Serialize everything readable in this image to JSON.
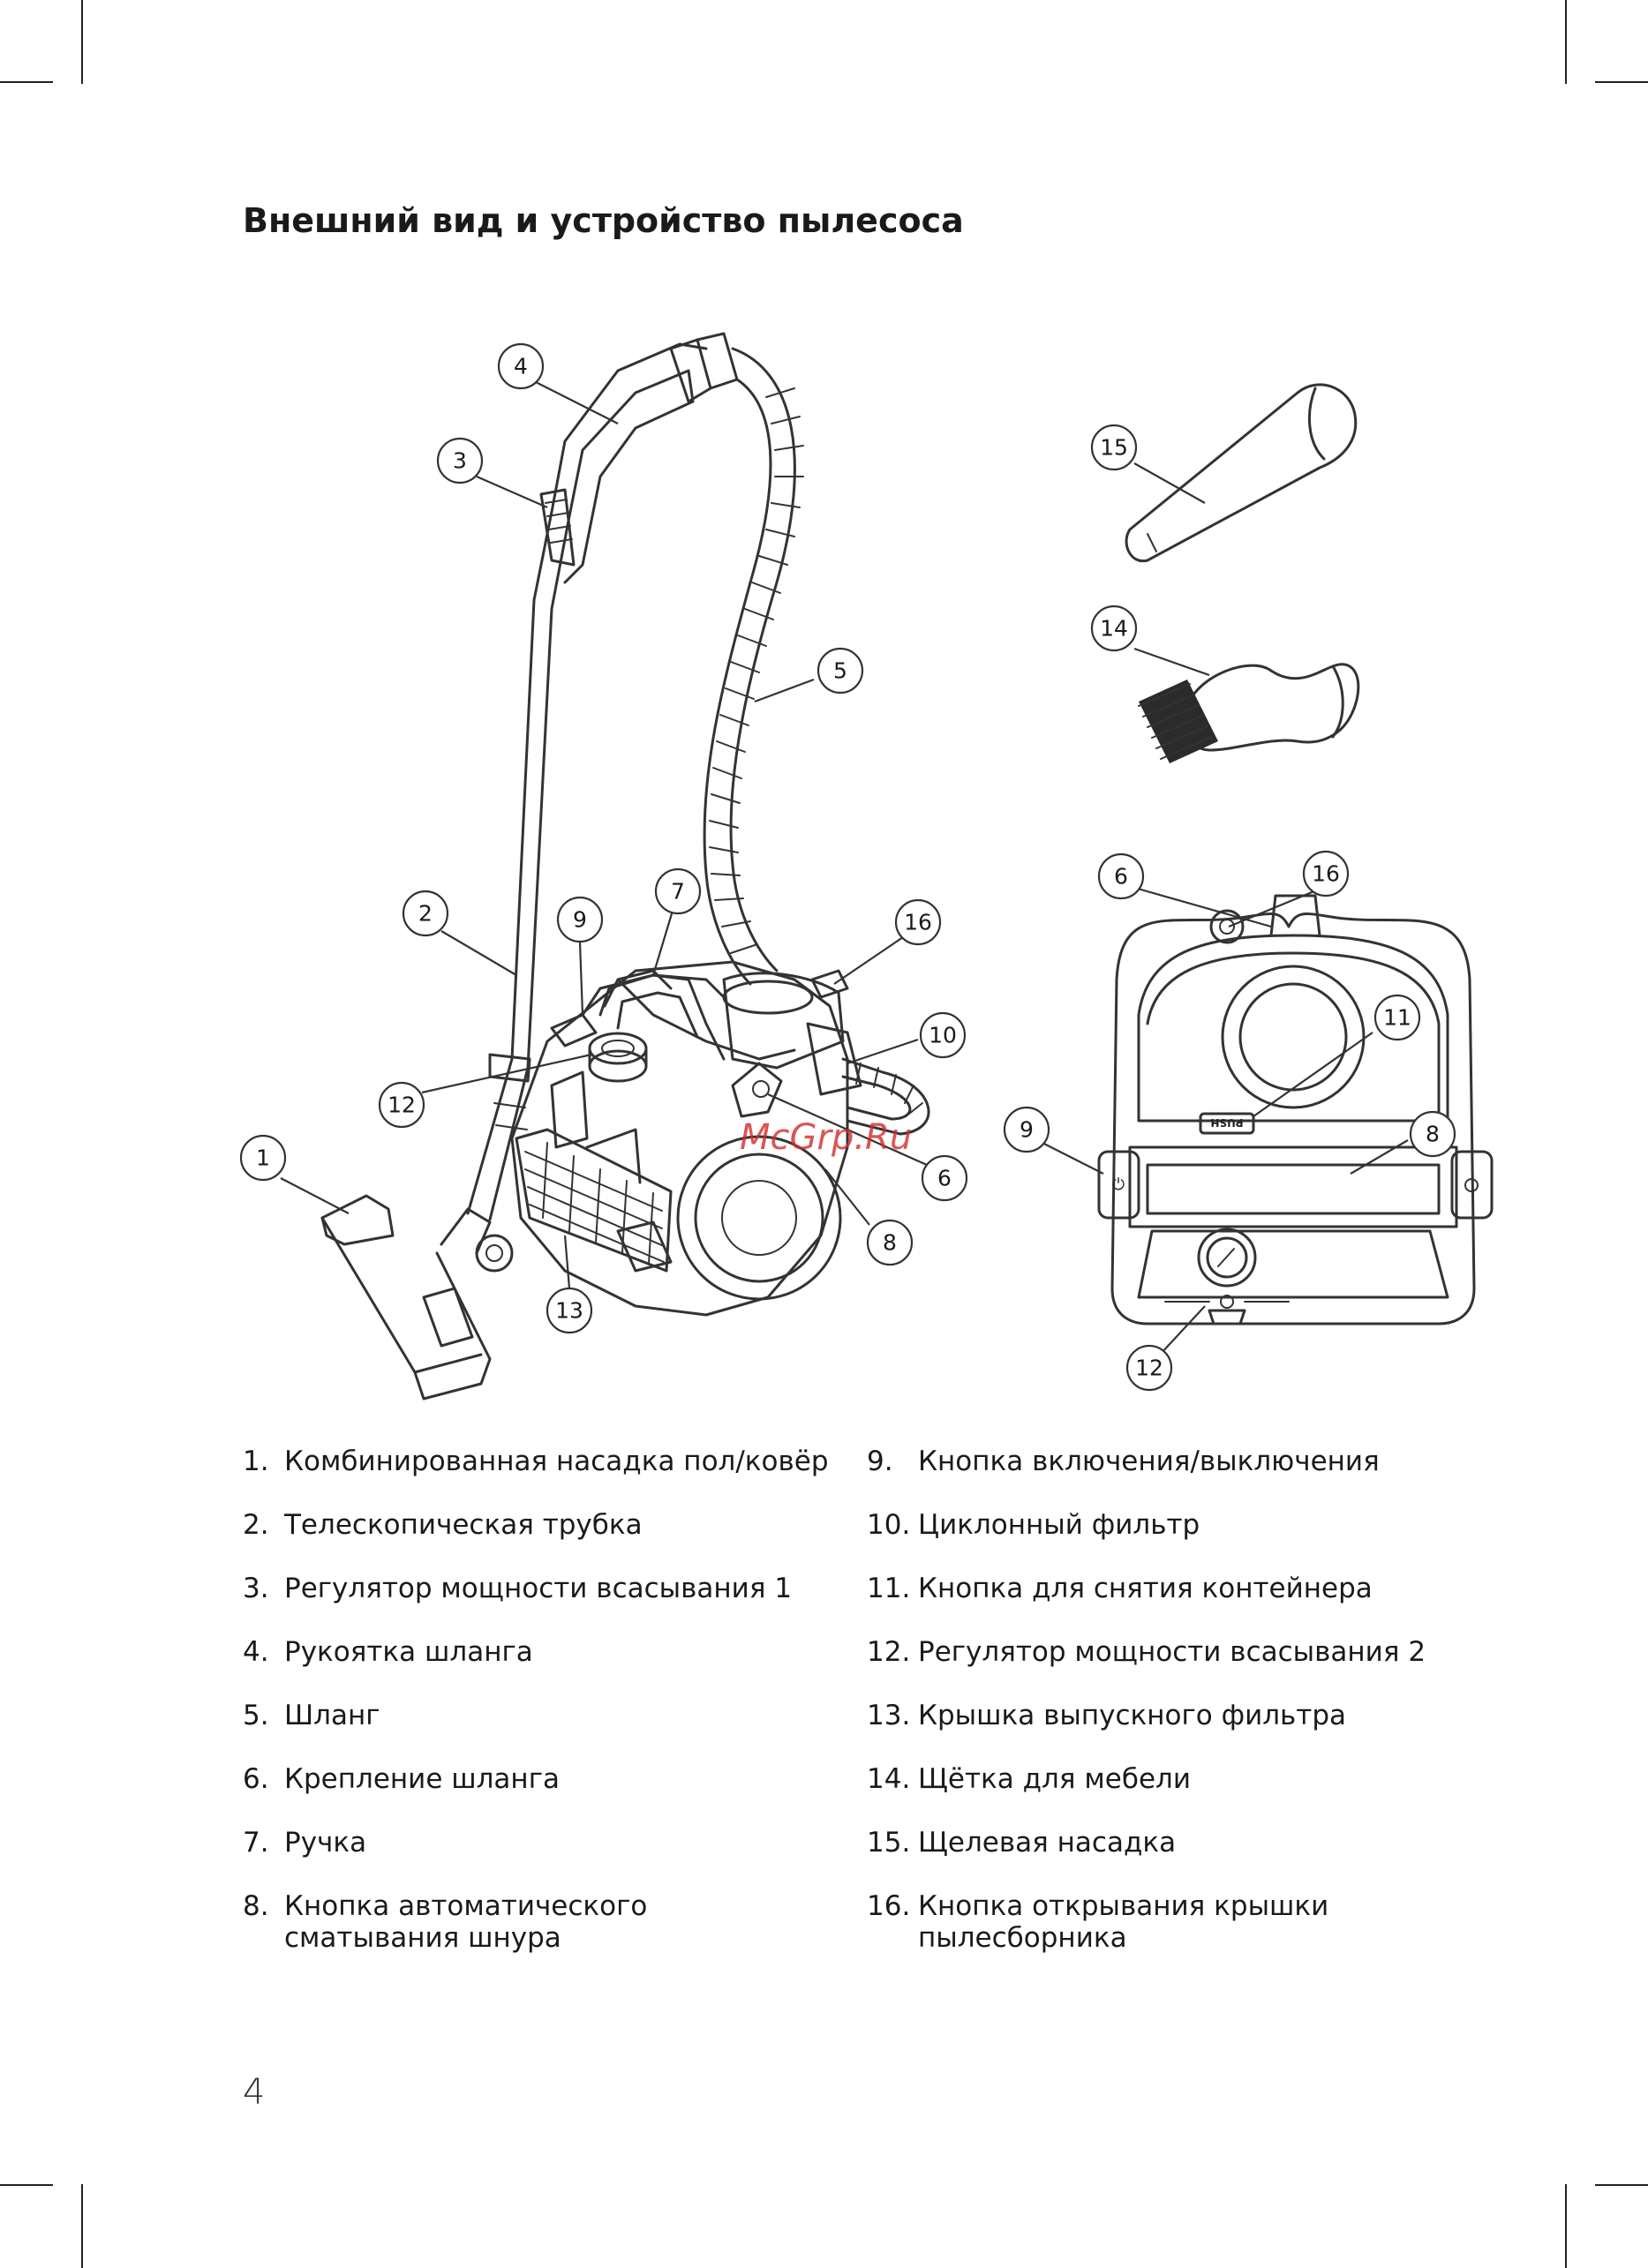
{
  "title": "Внешний вид и устройство пылесоса",
  "watermark": "McGrp.Ru",
  "callouts": {
    "c1": "1",
    "c2": "2",
    "c3": "3",
    "c4": "4",
    "c5": "5",
    "c6": "6",
    "c7": "7",
    "c8": "8",
    "c9": "9",
    "c10": "10",
    "c12": "12",
    "c13": "13",
    "c14": "14",
    "c15": "15",
    "c16": "16",
    "t6": "6",
    "t8": "8",
    "t9": "9",
    "t11": "11",
    "t12": "12",
    "t16": "16"
  },
  "push_label": "PUSH",
  "legend_left": [
    {
      "num": "1.",
      "text": "Комбинированная насадка пол/ковёр"
    },
    {
      "num": "2.",
      "text": "Телескопическая трубка"
    },
    {
      "num": "3.",
      "text": "Регулятор мощности всасывания 1"
    },
    {
      "num": "4.",
      "text": "Рукоятка шланга"
    },
    {
      "num": "5.",
      "text": "Шланг"
    },
    {
      "num": "6.",
      "text": "Крепление шланга"
    },
    {
      "num": "7.",
      "text": "Ручка"
    },
    {
      "num": "8.",
      "text": "Кнопка автоматического сматывания шнура"
    }
  ],
  "legend_right": [
    {
      "num": "9.",
      "text": "Кнопка включения/выключения"
    },
    {
      "num": "10.",
      "text": "Циклонный фильтр"
    },
    {
      "num": "11.",
      "text": "Кнопка для снятия контейнера"
    },
    {
      "num": "12.",
      "text": "Регулятор мощности всасывания 2"
    },
    {
      "num": "13.",
      "text": "Крышка выпускного фильтра"
    },
    {
      "num": "14.",
      "text": "Щётка для мебели"
    },
    {
      "num": "15.",
      "text": "Щелевая насадка"
    },
    {
      "num": "16.",
      "text": "Кнопка открывания крышки пылесборника"
    }
  ],
  "page_number": "4"
}
